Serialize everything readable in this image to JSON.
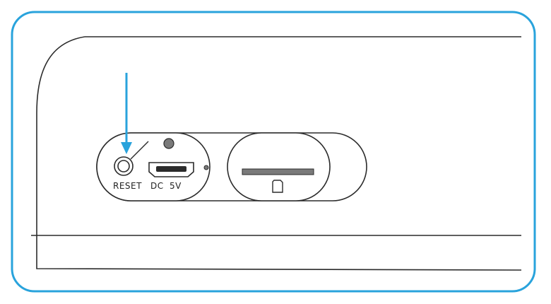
{
  "labels": {
    "reset": "RESET",
    "dc": "DC",
    "voltage": "5V"
  },
  "colors": {
    "frame": "#29a3dc",
    "arrow": "#29a3dc",
    "outline": "#2b2b2b",
    "slot_fill": "#7a7a7a",
    "led_fill": "#7a7a7a"
  },
  "icons": {
    "reset": "reset-pinhole-icon",
    "usb": "micro-usb-port-icon",
    "card": "sd-card-icon",
    "led": "status-led-icon",
    "arrow": "pointer-arrow-icon"
  }
}
